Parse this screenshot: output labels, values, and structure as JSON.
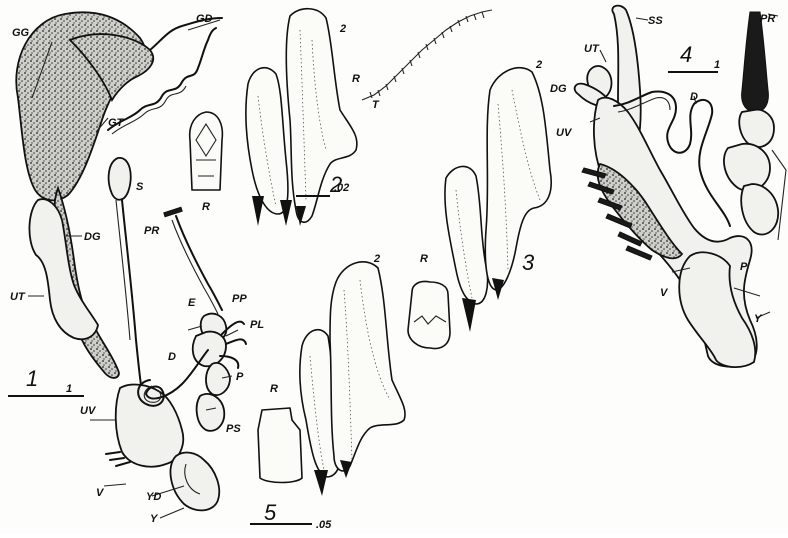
{
  "figure_numbers": {
    "f1": "1",
    "f2": "2",
    "f3": "3",
    "f4": "4",
    "f5": "5"
  },
  "scale_bars": {
    "fig1": "1",
    "fig2": ".02",
    "fig4": "1",
    "fig5": ".05"
  },
  "labels": {
    "GG": "GG",
    "GD": "GD",
    "GT": "GT",
    "S": "S",
    "DG": "DG",
    "PR": "PR",
    "UT": "UT",
    "E": "E",
    "PP": "PP",
    "PL": "PL",
    "D": "D",
    "P": "P",
    "UV": "UV",
    "PS": "PS",
    "V": "V",
    "YD": "YD",
    "Y": "Y",
    "R_fig2": "R",
    "two_fig2": "2",
    "R_T_R": "R",
    "R_T_T": "T",
    "two_fig3": "2",
    "R_fig3": "R",
    "two_fig5": "2",
    "R_fig5": "R",
    "SS": "SS",
    "UT4": "UT",
    "DG4": "DG",
    "UV4": "UV",
    "D4": "D",
    "PR4": "PR",
    "V4": "V",
    "P4": "P",
    "Y4": "Y"
  }
}
